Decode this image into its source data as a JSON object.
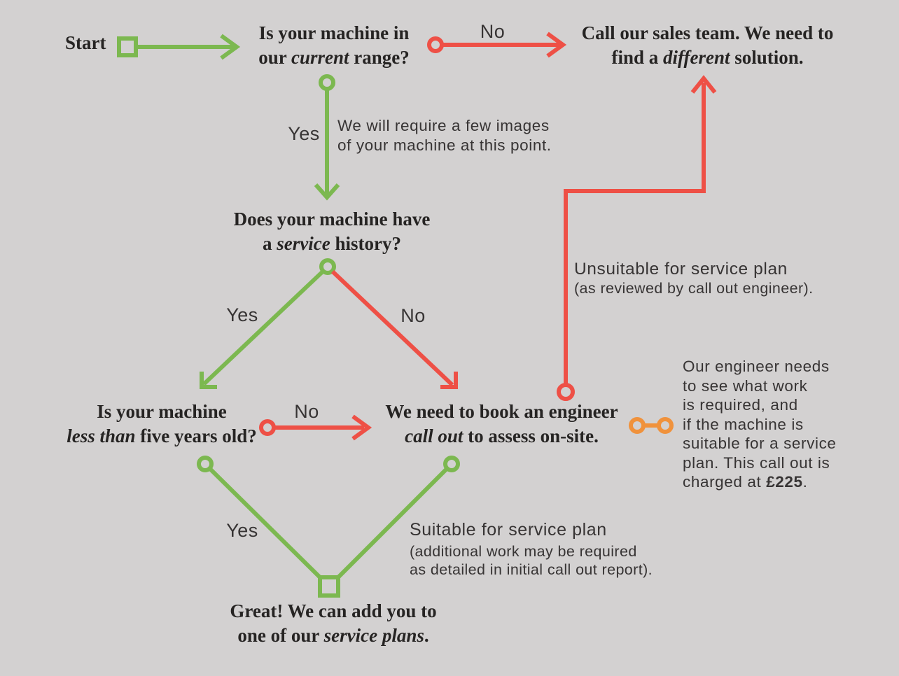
{
  "colors": {
    "background": "#d3d1d1",
    "green": "#7cb850",
    "red": "#ee5046",
    "orange": "#f0923c",
    "serif_text": "#262423",
    "sans_text": "#373434"
  },
  "nodes": {
    "start": {
      "label": "Start"
    },
    "q_range": {
      "line1": "Is your machine in",
      "line2_pre": "our ",
      "line2_italic": "current",
      "line2_post": " range?"
    },
    "sales": {
      "line1": "Call our sales team. We need to",
      "line2_pre": "find a ",
      "line2_italic": "different",
      "line2_post": " solution."
    },
    "q_history": {
      "line1": "Does your machine have",
      "line2_pre": "a ",
      "line2_italic": "service",
      "line2_post": " history?"
    },
    "q_age": {
      "line1": "Is your machine",
      "line2_pre": "",
      "line2_italic": "less than",
      "line2_post": " five years old?"
    },
    "q_callout": {
      "line1": "We need to book an engineer",
      "line2_pre": "",
      "line2_italic": "call out",
      "line2_post": " to assess on-site."
    },
    "great": {
      "line1": "Great! We can add you to",
      "line2_pre": "one of our ",
      "line2_italic": "service plans",
      "line2_post": "."
    }
  },
  "labels": {
    "yes": "Yes",
    "no": "No"
  },
  "annotations": {
    "images": {
      "line1": "We will require a few images",
      "line2": "of your machine at this point."
    },
    "unsuitable": {
      "title": "Unsuitable for service plan",
      "subtitle": "(as reviewed by call out engineer)."
    },
    "suitable": {
      "title": "Suitable for service plan",
      "sub1": "(additional work may be required",
      "sub2": "as detailed in initial call out report)."
    },
    "engineer": {
      "line1": "Our engineer needs",
      "line2": "to see what work",
      "line3": "is required, and",
      "line4": "if the machine is",
      "line5": "suitable for a service",
      "line6": "plan. This call out is",
      "line7_pre": "charged at ",
      "line7_bold": "£225",
      "line7_post": "."
    }
  }
}
